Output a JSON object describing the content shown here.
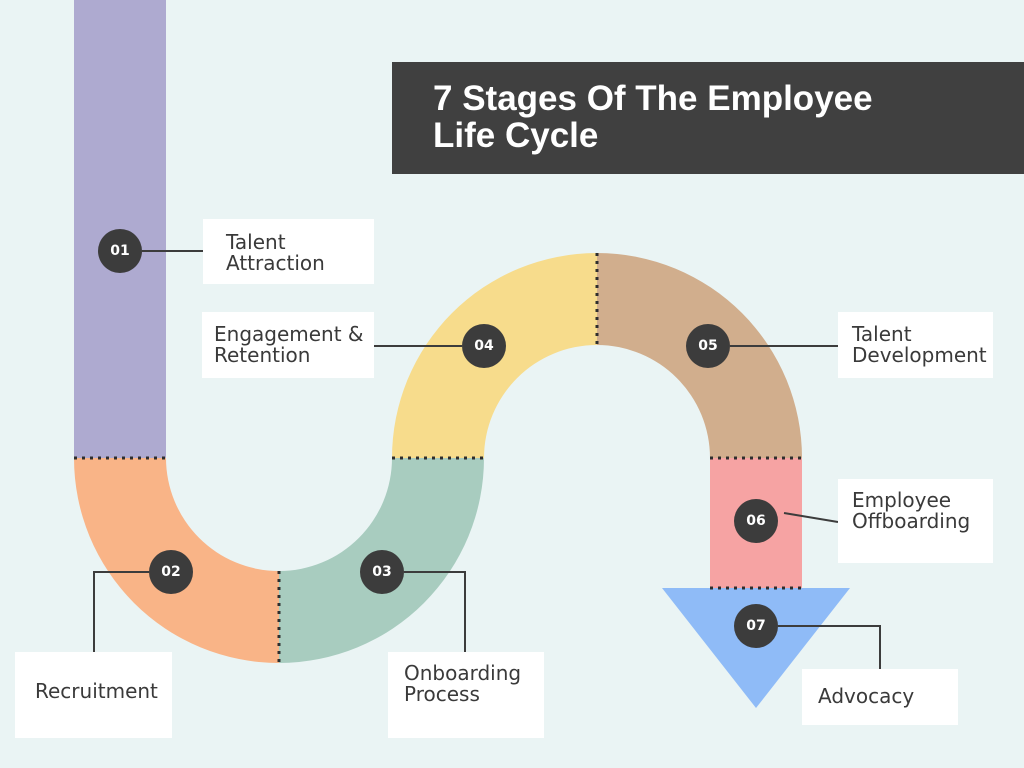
{
  "title": {
    "line1": "7 Stages Of The Employee",
    "line2": "Life Cycle",
    "full": "7 Stages Of The Employee\nLife Cycle"
  },
  "colors": {
    "background": "#eaf4f4",
    "title_bg": "#404040",
    "badge_bg": "#3c3c3c",
    "stage_01": "#aeaad0",
    "stage_02": "#f9b487",
    "stage_03": "#a8ccbf",
    "stage_04": "#f7dc8c",
    "stage_05": "#d1ae8d",
    "stage_06": "#f6a3a3",
    "stage_07": "#8fbbf7"
  },
  "stages": [
    {
      "number": "01",
      "label": "Talent\nAttraction"
    },
    {
      "number": "02",
      "label": "Recruitment"
    },
    {
      "number": "03",
      "label": "Onboarding\nProcess"
    },
    {
      "number": "04",
      "label": "Engagement &\nRetention"
    },
    {
      "number": "05",
      "label": "Talent\nDevelopment"
    },
    {
      "number": "06",
      "label": "Employee\nOffboarding"
    },
    {
      "number": "07",
      "label": "Advocacy"
    }
  ]
}
